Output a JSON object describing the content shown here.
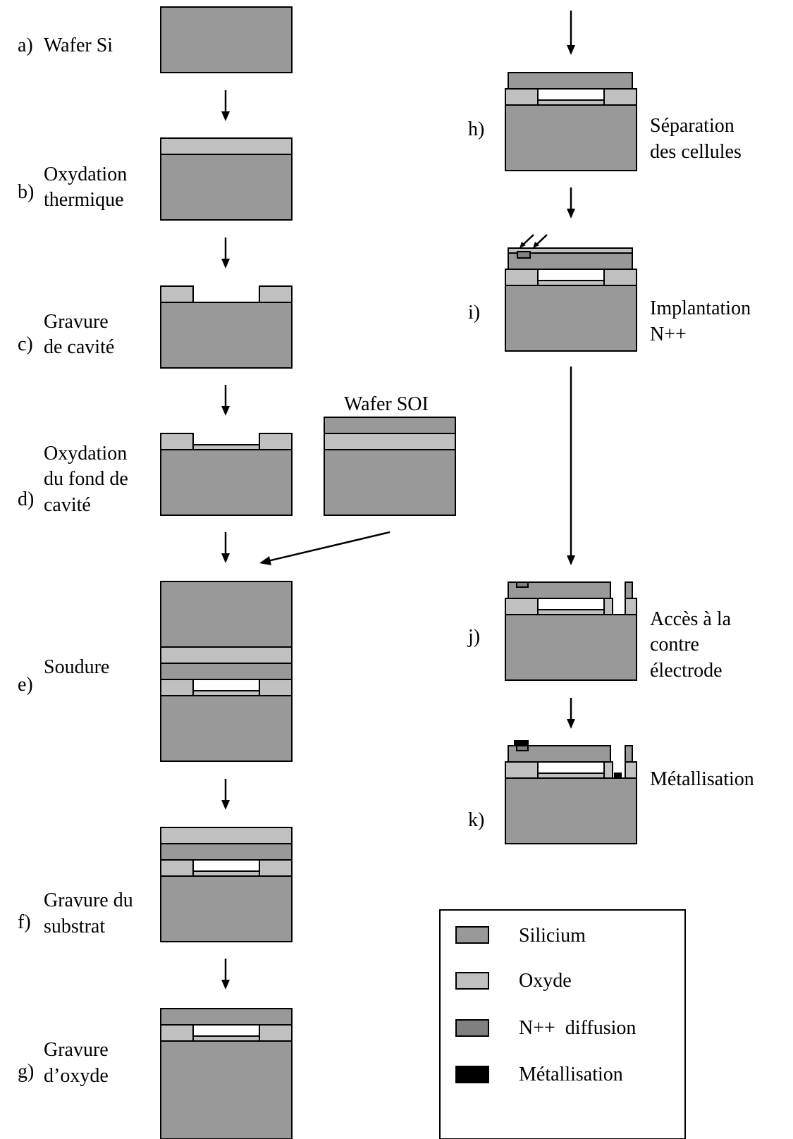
{
  "steps": [
    {
      "id": "a",
      "letter": "a)",
      "lines": [
        "Wafer Si"
      ]
    },
    {
      "id": "b",
      "letter": "b)",
      "lines": [
        "Oxydation",
        "thermique"
      ]
    },
    {
      "id": "c",
      "letter": "c)",
      "lines": [
        "Gravure",
        "de cavité"
      ]
    },
    {
      "id": "d",
      "letter": "d)",
      "lines": [
        "Oxydation",
        "du fond de",
        "cavité"
      ]
    },
    {
      "id": "e",
      "letter": "e)",
      "lines": [
        "Soudure"
      ]
    },
    {
      "id": "f",
      "letter": "f)",
      "lines": [
        "Gravure du",
        "substrat"
      ]
    },
    {
      "id": "g",
      "letter": "g)",
      "lines": [
        "Gravure",
        "d’oxyde"
      ]
    },
    {
      "id": "h",
      "letter": "h)",
      "lines": [
        "Séparation",
        "des cellules"
      ]
    },
    {
      "id": "i",
      "letter": "i)",
      "lines": [
        "Implantation",
        "N++"
      ]
    },
    {
      "id": "j",
      "letter": "j)",
      "lines": [
        "Accès à la",
        "contre",
        "électrode"
      ]
    },
    {
      "id": "k",
      "letter": "k)",
      "lines": [
        "Métallisation"
      ]
    }
  ],
  "soi_label": "Wafer SOI",
  "legend": [
    {
      "key": "si",
      "label": "Silicium"
    },
    {
      "key": "ox",
      "label": "Oxyde"
    },
    {
      "key": "np",
      "label": "N++  diffusion"
    },
    {
      "key": "me",
      "label": "Métallisation"
    }
  ],
  "colors": {
    "silicium": "#999999",
    "oxyde": "#c0c0c0",
    "n_diffusion": "#808080",
    "metallisation": "#000000",
    "background": "#ffffff"
  }
}
